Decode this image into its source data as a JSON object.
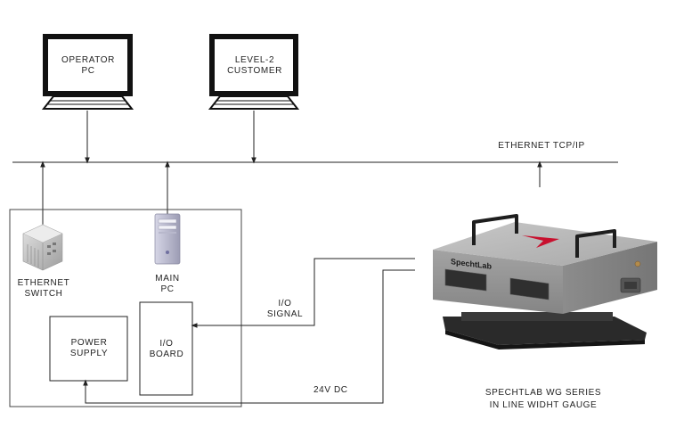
{
  "network": {
    "label": "ETHERNET TCP/IP"
  },
  "nodes": {
    "operator_pc": {
      "line1": "OPERATOR",
      "line2": "PC"
    },
    "level2_customer": {
      "line1": "LEVEL-2",
      "line2": "CUSTOMER"
    },
    "ethernet_switch": {
      "line1": "ETHERNET",
      "line2": "SWITCH"
    },
    "main_pc": {
      "line1": "MAIN",
      "line2": "PC"
    },
    "power_supply": {
      "line1": "POWER",
      "line2": "SUPPLY"
    },
    "io_board": {
      "line1": "I/O",
      "line2": "BOARD"
    }
  },
  "signals": {
    "io_signal": {
      "line1": "I/O",
      "line2": "SIGNAL"
    },
    "power": "24V DC"
  },
  "device": {
    "brand": "SpechtLab",
    "caption_line1": "SPECHTLAB WG SERIES",
    "caption_line2": "IN LINE WIDHT GAUGE"
  },
  "colors": {
    "line": "#222222",
    "device_body": "#9a9a9a",
    "brand_accent": "#c8102e"
  }
}
